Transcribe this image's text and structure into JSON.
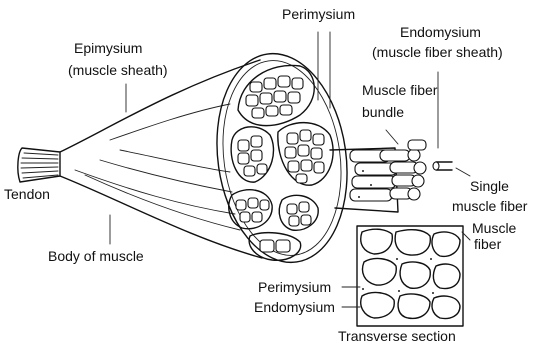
{
  "labels": {
    "perimysium_top": "Perimysium",
    "endomysium_top": "Endomysium",
    "muscle_fiber_sheath": "(muscle fiber sheath)",
    "epimysium": "Epimysium",
    "muscle_sheath": "(muscle sheath)",
    "muscle_fiber_bundle_1": "Muscle fiber",
    "muscle_fiber_bundle_2": "bundle",
    "tendon": "Tendon",
    "single_1": "Single",
    "single_2": "muscle fiber",
    "body_of_muscle": "Body of muscle",
    "muscle_fiber_1": "Muscle",
    "muscle_fiber_2": "fiber",
    "perimysium_bottom": "Perimysium",
    "endomysium_bottom": "Endomysium",
    "transverse_section": "Transverse section"
  },
  "colors": {
    "ink": "#111111",
    "background": "#ffffff",
    "stipple": "#555555"
  }
}
